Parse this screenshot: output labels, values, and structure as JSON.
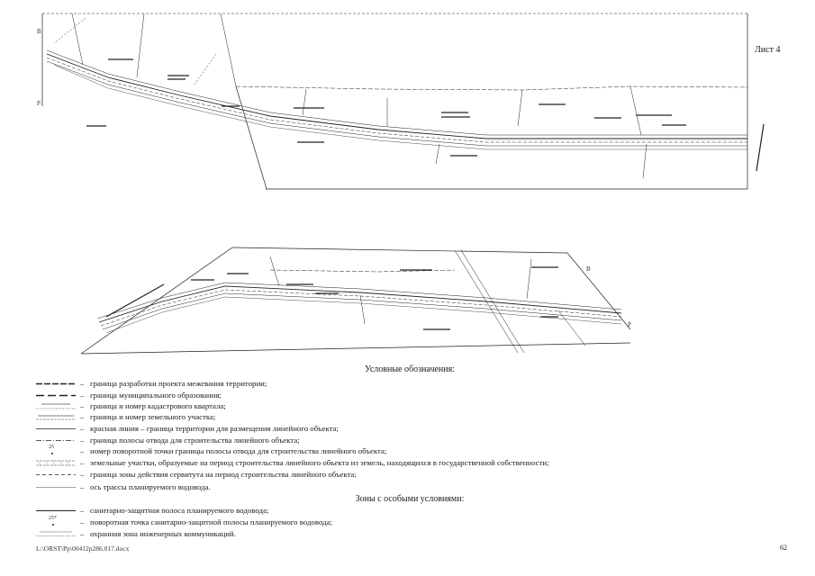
{
  "sheet_label": "Лист 4",
  "map_top": {
    "marker_north": "В",
    "marker_south": "Р"
  },
  "map_bottom": {
    "marker_north": "В",
    "marker_south": "Р"
  },
  "legend": {
    "title": "Условные обозначения:",
    "dash": "–",
    "items": [
      {
        "text": "граница разработки проекта межевания территории;"
      },
      {
        "text": "граница муниципального образования;"
      },
      {
        "text": "граница и номер кадастрового квартала;"
      },
      {
        "text": "граница и номер земельного участка;"
      },
      {
        "text": "красная линия – граница территории для размещения линейного объекта;"
      },
      {
        "text": "граница полосы отвода для строительства линейного объекта;"
      },
      {
        "text": "номер поворотной точки границы полосы отвода для строительства линейного объекта;",
        "symbol_label": "25"
      },
      {
        "text": "земельные участки, образуемые на период строительства линейного объекта из земель, находящихся в государственной собственности;"
      },
      {
        "text": "граница зоны действия сервитута на период строительства линейного объекта;"
      },
      {
        "text": "ось трассы планируемого водовода."
      }
    ]
  },
  "zones": {
    "title": "Зоны с особыми условиями:",
    "items": [
      {
        "text": "санитарно-защитная полоса планируемого водовода;"
      },
      {
        "text": "поворотная точка санитарно-защитной полосы планируемого водовода;",
        "symbol_label": "25*"
      },
      {
        "text": "охранная зона инженерных коммуникаций."
      }
    ]
  },
  "footer": {
    "file_path": "L:\\ORST\\Pp\\00412p286.017.docx",
    "page_number": "62"
  }
}
